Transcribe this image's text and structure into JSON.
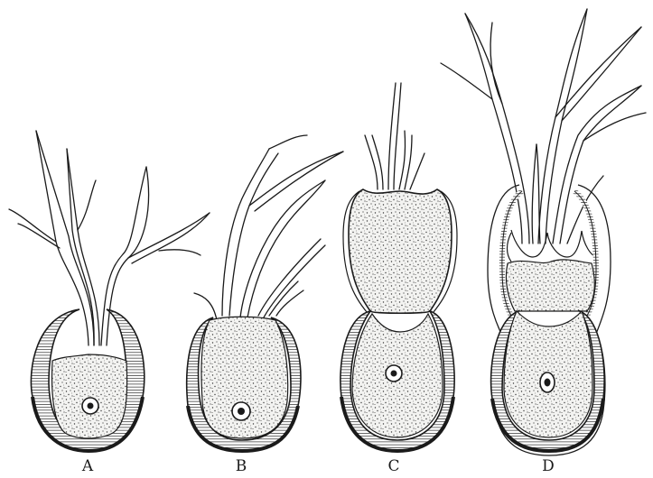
{
  "figure": {
    "panels": [
      {
        "id": "A",
        "label": "A"
      },
      {
        "id": "B",
        "label": "B"
      },
      {
        "id": "C",
        "label": "C"
      },
      {
        "id": "D",
        "label": "D"
      }
    ],
    "colors": {
      "ink": "#1a1a1a",
      "paper": "#ffffff",
      "stipple": "#3a3a3a"
    }
  }
}
